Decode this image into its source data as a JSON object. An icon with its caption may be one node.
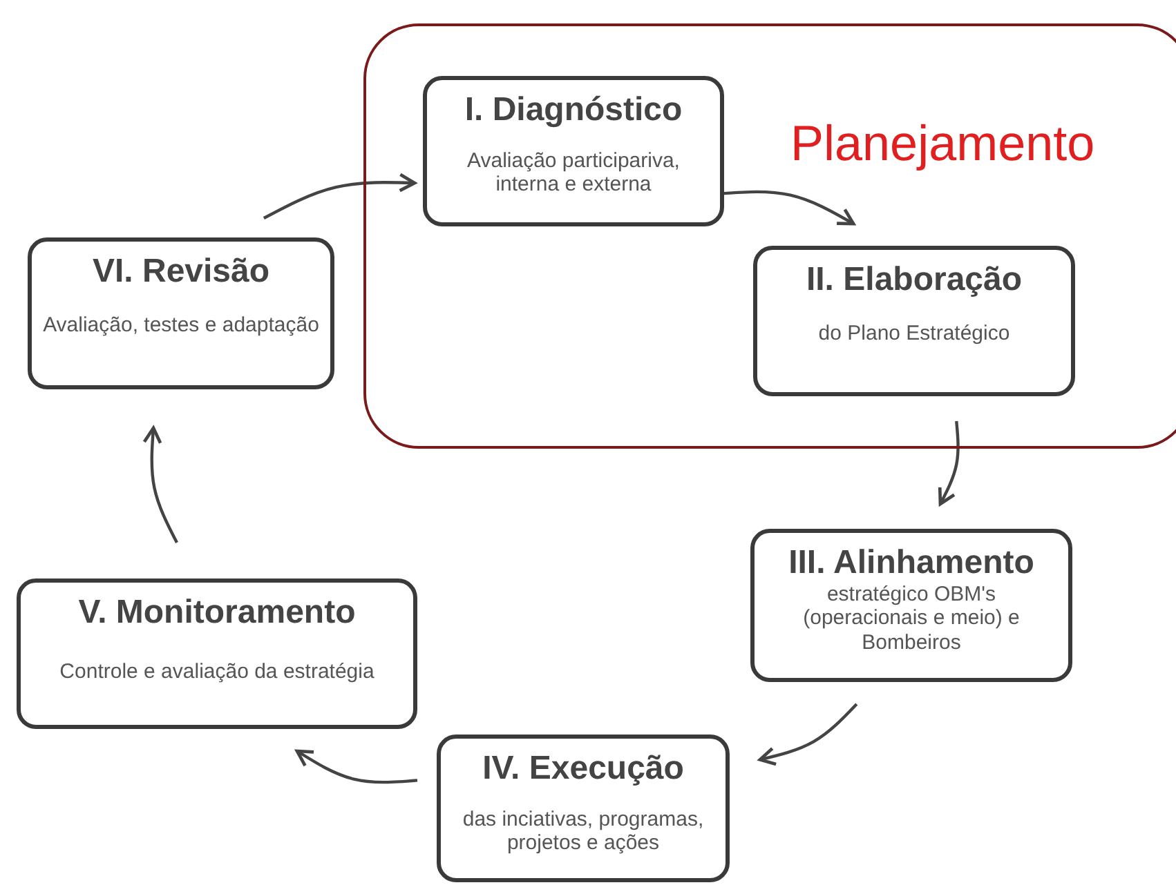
{
  "diagram": {
    "nodes": [
      {
        "text": [
          "Planejamento"
        ]
      },
      {
        "text": [
          "I. Diagnóstico",
          "Avaliação participariva, interna e externa"
        ],
        "in": 0
      },
      {
        "text": [
          "II. Elaboração",
          "do Plano Estratégico"
        ],
        "in": 0
      },
      {
        "text": [
          "III. Alinhamento",
          "estratégico OBM's (operacionais e meio) e Bombeiros"
        ]
      },
      {
        "text": [
          "IV. Execução",
          "das inciativas, programas, projetos e ações"
        ]
      },
      {
        "text": [
          "V. Monitoramento",
          "Controle e avaliação da estratégia"
        ]
      },
      {
        "text": [
          "VI. Revisão",
          "Avaliação, testes e adaptação"
        ]
      }
    ],
    "edges": [
      {
        "from": 6,
        "to": 1,
        "arrow": "to"
      },
      {
        "from": 1,
        "to": 2,
        "arrow": "to"
      },
      {
        "from": 2,
        "to": 3,
        "arrow": "to"
      },
      {
        "from": 3,
        "to": 4,
        "arrow": "to"
      },
      {
        "from": 4,
        "to": 5,
        "arrow": "to"
      },
      {
        "from": 5,
        "to": 6,
        "arrow": "to"
      }
    ]
  }
}
